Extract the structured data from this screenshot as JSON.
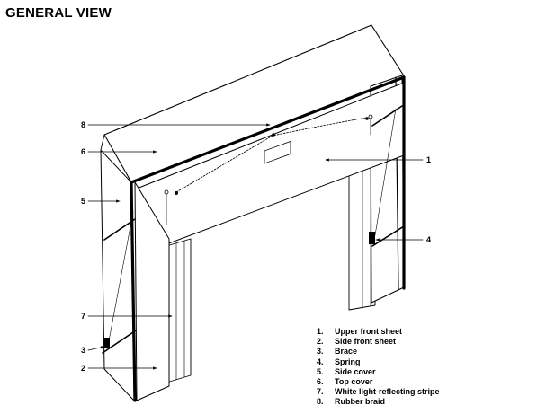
{
  "title": "GENERAL VIEW",
  "callouts": [
    "8",
    "6",
    "5",
    "7",
    "3",
    "2",
    "1",
    "4"
  ],
  "legend": [
    {
      "num": "1.",
      "label": "Upper front sheet"
    },
    {
      "num": "2.",
      "label": "Side front sheet"
    },
    {
      "num": "3.",
      "label": "Brace"
    },
    {
      "num": "4.",
      "label": "Spring"
    },
    {
      "num": "5.",
      "label": "Side cover"
    },
    {
      "num": "6.",
      "label": "Top cover"
    },
    {
      "num": "7.",
      "label": "White light-reflecting stripe"
    },
    {
      "num": "8.",
      "label": "Rubber braid"
    }
  ]
}
